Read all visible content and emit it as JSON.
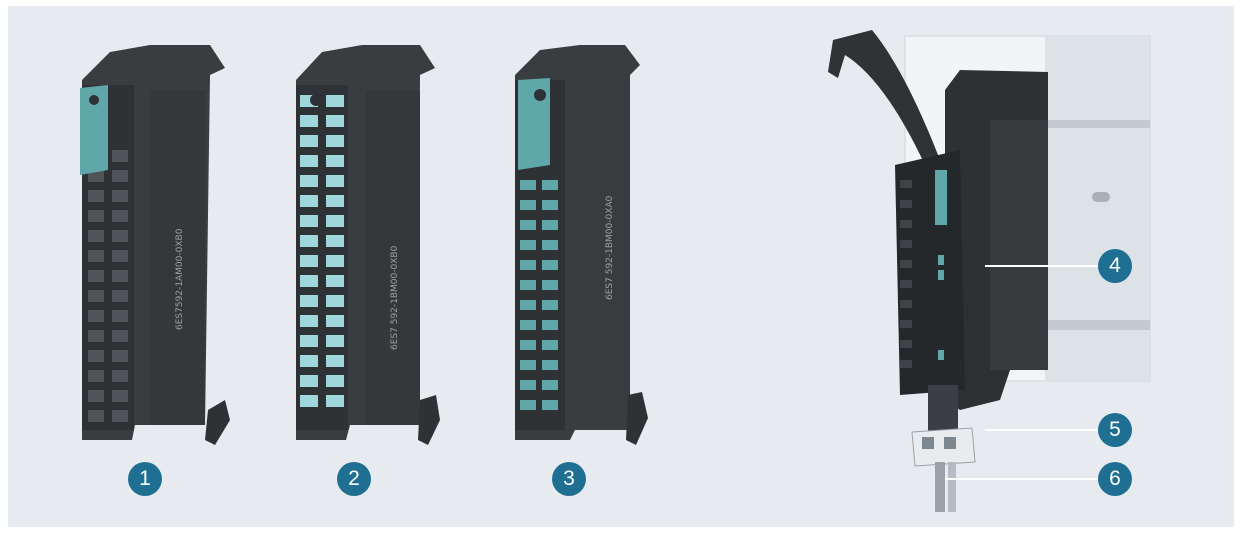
{
  "figure": {
    "callouts": [
      {
        "id": "1",
        "label": "1"
      },
      {
        "id": "2",
        "label": "2"
      },
      {
        "id": "3",
        "label": "3"
      },
      {
        "id": "4",
        "label": "4"
      },
      {
        "id": "5",
        "label": "5"
      },
      {
        "id": "6",
        "label": "6"
      }
    ],
    "module_labels": {
      "m1": "6ES7592-1AM00-0XB0",
      "m2": "6ES7 592-1BM00-0XB0",
      "m3": "6ES7 592-1BM00-0XA0"
    }
  },
  "colors": {
    "panel_background": "#e7ebef",
    "callout_fill": "#1f6f93",
    "module_body": "#3a3d40",
    "terminal_highlight": "#9fd6dc",
    "clip_accent": "#5fa7a9"
  }
}
